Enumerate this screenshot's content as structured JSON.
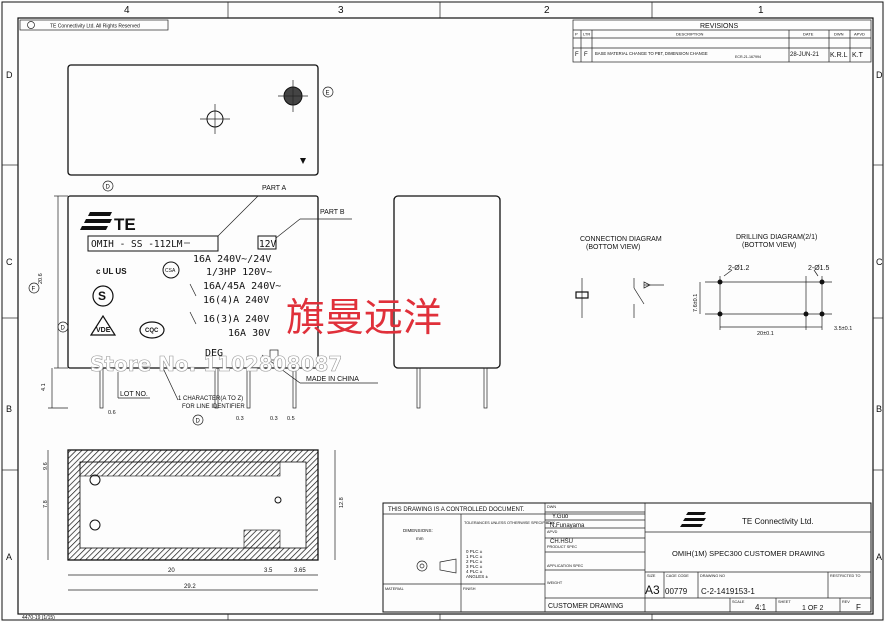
{
  "border": {
    "col_labels": [
      "4",
      "3",
      "2",
      "1"
    ],
    "row_labels": [
      "D",
      "C",
      "B",
      "A"
    ],
    "copyright": "TE Connectivity Ltd. All Rights Reserved"
  },
  "revisions": {
    "title": "REVISIONS",
    "headers": [
      "P",
      "LTR",
      "DESCRIPTION",
      "DATE",
      "DWN",
      "APVD"
    ],
    "row": {
      "p": "F",
      "ltr": "F",
      "description": "BASE MATERIAL CHANGE TO PBT, DIMENSION CHANGE",
      "eco": "ECR-21-167994",
      "date": "28-JUN-21",
      "dwn": "K.R.L",
      "apvd": "K.T"
    }
  },
  "top_view": {
    "callout_e": "E"
  },
  "front_view": {
    "callout_d": "D",
    "callout_f": "F",
    "logo": "TE",
    "part_a_label": "PART A",
    "part_b_label": "PART B",
    "part_number": "OMIH - SS -112LM",
    "voltage_box": "12V",
    "ratings": [
      "16A 240V~/24V",
      "1/3HP 120V~",
      "16A/45A 240V~",
      "16(4)A  240V",
      "16(3)A  240V",
      "16A  30V"
    ],
    "cert_ul": "c UL US",
    "cert_csa": "CSA",
    "cert_s": "S",
    "cert_vde": "VDE",
    "cert_cqc": "CQC",
    "degree_text": "DEG",
    "lot_label": "LOT NO.",
    "char_note_1": "1 CHARACTER(A TO Z)",
    "char_note_2": "FOR LINE IDENTIFIER",
    "made_in": "MADE IN CHINA",
    "dims": [
      "20.6",
      "4.1",
      "0.6",
      "0.3",
      "0.3",
      "0.5"
    ]
  },
  "connection": {
    "title": "CONNECTION DIAGRAM",
    "subtitle": "(BOTTOM VIEW)"
  },
  "drilling": {
    "title": "DRILLING DIAGRAM(2/1)",
    "subtitle": "(BOTTOM VIEW)",
    "hole_1": "2-Ø1.2",
    "hole_2": "2-Ø1.5",
    "dim_h": "7.6±0.1",
    "dim_w": "20±0.1",
    "dim_r": "3.5±0.1"
  },
  "bottom_view": {
    "dims": [
      "20",
      "3.5",
      "3.65",
      "29.2",
      "9.6",
      "7.8",
      "12.8"
    ]
  },
  "title_block": {
    "controlled": "THIS DRAWING IS A CONTROLLED DOCUMENT.",
    "dim_label": "DIMENSIONS:",
    "dim_unit": "mm",
    "tol_label": "TOLERANCES UNLESS OTHERWISE SPECIFIED:",
    "tol_rows": [
      "0 PLC ±",
      "1 PLC ±",
      "2 PLC ±",
      "3 PLC ±",
      "4 PLC ±",
      "ANGLES ±"
    ],
    "dwn_label": "DWN",
    "dwn_name": "Y.Guo",
    "chk_label": "CHK",
    "chk_name": "N.Funayama",
    "apvd_label": "APVD",
    "apvd_name": "CH.HSU",
    "prod_spec_label": "PRODUCT SPEC",
    "app_spec_label": "APPLICATION SPEC",
    "weight_label": "WEIGHT",
    "material_label": "MATERIAL",
    "finish_label": "FINISH",
    "company": "TE Connectivity Ltd.",
    "drawing_title": "OMIH(1M) SPEC300 CUSTOMER DRAWING",
    "size_label": "SIZE",
    "size": "A3",
    "cage_label": "CAGE CODE",
    "cage": "00779",
    "dwg_label": "DRAWING NO",
    "dwg_no": "C-2-1419153-1",
    "restricted_label": "RESTRICTED TO",
    "scale_label": "SCALE",
    "scale": "4:1",
    "sheet_label": "SHEET",
    "sheet": "1 OF 2",
    "rev_label": "REV",
    "rev": "F",
    "footer": "CUSTOMER DRAWING",
    "form_no": "4470-19 (1/15)"
  },
  "watermark": {
    "cn": "旗曼远洋",
    "store": "Store No. 1102808087"
  }
}
